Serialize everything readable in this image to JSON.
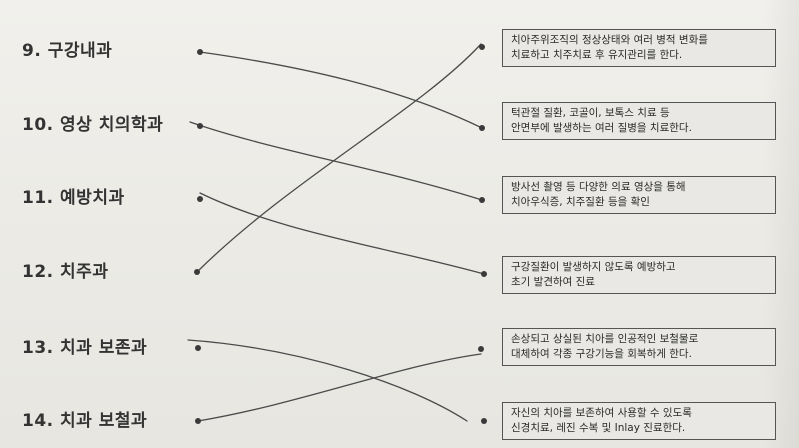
{
  "items": [
    {
      "label": "9. 구강내과"
    },
    {
      "label": "10. 영상 치의학과"
    },
    {
      "label": "11. 예방치과"
    },
    {
      "label": "12. 치주과"
    },
    {
      "label": "13. 치과 보존과"
    },
    {
      "label": "14. 치과 보철과"
    }
  ],
  "descriptions": [
    {
      "line1": "치아주위조직의 정상상태와 여러 병적 변화를",
      "line2": "치료하고 치주치료 후 유지관리를 한다."
    },
    {
      "line1": "턱관절 질환, 코골이, 보톡스 치료 등",
      "line2": "안면부에 발생하는 여러 질병을 치료한다."
    },
    {
      "line1": "방사선 촬영 등 다양한 의료 영상을 통해",
      "line2": "치아우식증, 치주질환 등을 확인"
    },
    {
      "line1": "구강질환이 발생하지 않도록 예방하고",
      "line2": "초기 발견하여 진료"
    },
    {
      "line1": "손상되고 상실된 치아를 인공적인 보철물로",
      "line2": "대체하여 각종 구강기능을 회복하게 한다."
    },
    {
      "line1": "자신의 치아를 보존하여 사용할 수 있도록",
      "line2": "신경치료, 레진 수복 및 Inlay 진료한다."
    }
  ],
  "connections": [
    {
      "from": 0,
      "to": 1
    },
    {
      "from": 1,
      "to": 2
    },
    {
      "from": 2,
      "to": 3
    },
    {
      "from": 3,
      "to": 0
    },
    {
      "from": 4,
      "to": 5
    },
    {
      "from": 5,
      "to": 4
    }
  ],
  "colors": {
    "line": "#4a4a4a",
    "box_border": "#555555",
    "text": "#2b2b2b"
  }
}
